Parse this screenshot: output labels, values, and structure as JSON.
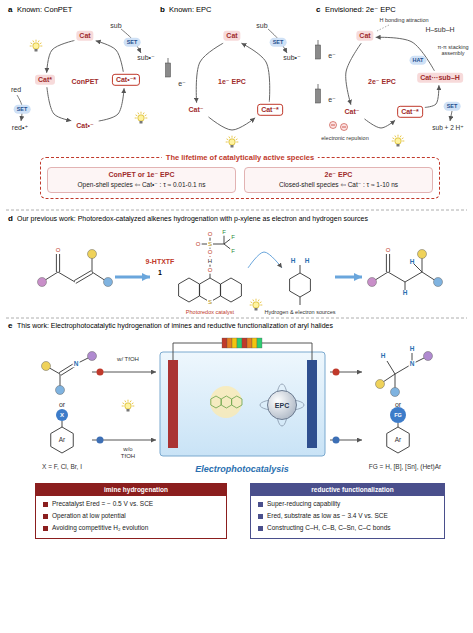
{
  "diagram": {
    "nodes": [
      {
        "text": [
          "Cat"
        ]
      },
      {
        "text": [
          "Cat*"
        ]
      },
      {
        "text": [
          "Cat•⁻"
        ]
      },
      {
        "text": [
          "Cat•⁻*"
        ]
      },
      {
        "text": [
          "SET"
        ]
      },
      {
        "text": [
          "SET"
        ]
      },
      {
        "text": [
          "Cat"
        ]
      },
      {
        "text": [
          "Cat⁻"
        ]
      },
      {
        "text": [
          "Cat⁻*"
        ]
      },
      {
        "text": [
          "SET"
        ]
      },
      {
        "text": [
          "Cat"
        ]
      },
      {
        "text": [
          "Cat⁻"
        ]
      },
      {
        "text": [
          "Cat⁻*"
        ]
      },
      {
        "text": [
          "Cat···sub–H"
        ]
      },
      {
        "text": [
          "HAT"
        ]
      },
      {
        "text": [
          "SET"
        ]
      },
      {
        "text": [
          "The lifetime of catalytically active species"
        ]
      },
      {
        "text": [
          "ConPET or 1e⁻ EPC",
          "Open-shell species ⇦ Cat•⁻ : τ ≈ 0.01-0.1 ns"
        ],
        "in": 16
      },
      {
        "text": [
          "2e⁻ EPC",
          "Closed-shell species ⇦ Cat⁻ : τ ≈ 1-10 ns"
        ],
        "in": 16
      },
      {
        "text": [
          "EPC"
        ]
      },
      {
        "text": [
          "imine hydrogenation",
          "Precatalyst Ered = − 0.5 V vs. SCE",
          "Operation at low potential",
          "Avoiding competitive H₂ evolution"
        ]
      },
      {
        "text": [
          "reductive functionalization",
          "Super-reducing capability",
          "Ered, substrate as low as − 3.4 V vs. SCE",
          "Constructing C–H, C–B, C–Sn, C–C bonds"
        ]
      }
    ],
    "edges": [
      {
        "from": 0,
        "to": 1,
        "arrow": "to"
      },
      {
        "from": 1,
        "to": 2,
        "arrow": "to"
      },
      {
        "from": 2,
        "to": 3,
        "arrow": "to"
      },
      {
        "from": 3,
        "to": 0,
        "arrow": "to"
      },
      {
        "from": 6,
        "to": 7,
        "arrow": "to"
      },
      {
        "from": 7,
        "to": 8,
        "arrow": "to"
      },
      {
        "from": 8,
        "to": 6,
        "arrow": "to"
      },
      {
        "from": 10,
        "to": 11,
        "arrow": "to"
      },
      {
        "from": 11,
        "to": 12,
        "arrow": "to"
      },
      {
        "from": 12,
        "to": 13,
        "arrow": "to"
      },
      {
        "from": 13,
        "to": 10,
        "arrow": "to"
      }
    ],
    "labels": [
      "a",
      "Known: ConPET",
      "sub",
      "sub•⁻",
      "ConPET",
      "red",
      "red•⁺",
      "b",
      "Known: EPC",
      "sub",
      "sub•⁻",
      "e⁻",
      "1e⁻ EPC",
      "c",
      "Envisioned: 2e⁻ EPC",
      "H bonding attraction",
      "H–sub–H",
      "π-π stacking assembly",
      "e⁻",
      "e⁻",
      "2e⁻ EPC",
      "electronic repulsion",
      "sub + 2 H⁺",
      "d",
      "Our previous work: Photoredox-catalyzed alkenes hydrogenation with p-xylene as electron and hydrogen sources",
      "O",
      "9-HTXTF",
      "1",
      "O",
      "H",
      "O",
      "S",
      "O",
      "O",
      "F",
      "F",
      "F",
      "S",
      "Photoredox catalyst",
      "H",
      "H",
      "Hydrogen & electron sources",
      "O",
      "H",
      "H",
      "e",
      "This work: Electrophotocatalytic hydrogenation of imines and reductive functionalization of aryl halides",
      "N",
      "or",
      "X",
      "Ar",
      "X = F, Cl, Br, I",
      "w/ TfOH",
      "w/o TfOH",
      "Electrophotocatalysis",
      "H",
      "H",
      "N",
      "or",
      "FG",
      "Ar",
      "FG = H, [B], [Sn], (Het)Ar"
    ]
  }
}
